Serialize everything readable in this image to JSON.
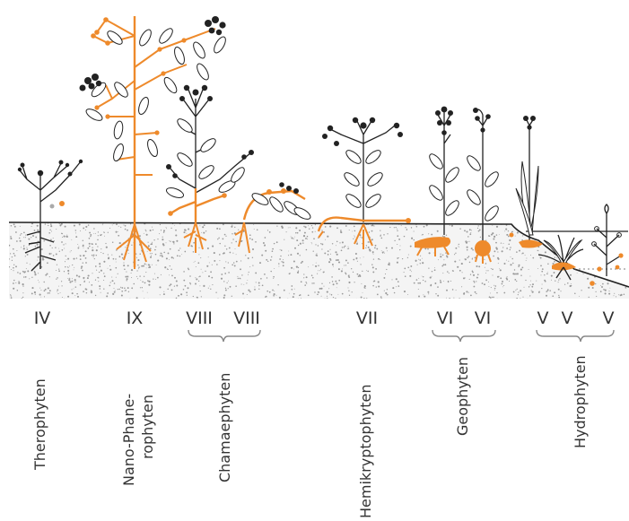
{
  "types": [
    {
      "id": "therophyten",
      "roman": "IV",
      "label": "Therophyten"
    },
    {
      "id": "nano-phanerophyten",
      "roman": "IX",
      "label_line1": "Nano-Phane-",
      "label_line2": "rophyten"
    },
    {
      "id": "chamaephyten",
      "roman_a": "VIII",
      "roman_b": "VIII",
      "label": "Chamaephyten"
    },
    {
      "id": "hemikryptophyten",
      "roman": "VII",
      "label": "Hemikryptophyten"
    },
    {
      "id": "geophyten",
      "roman_a": "VI",
      "roman_b": "VI",
      "label": "Geophyten"
    },
    {
      "id": "hydrophyten",
      "roman_a": "V",
      "roman_b": "V",
      "roman_c": "V",
      "label": "Hydrophyten"
    }
  ],
  "colors": {
    "orange": "#ee8a2b",
    "ink": "#222222",
    "soil_speckle": "#9a9a9a",
    "brace": "#888888"
  }
}
